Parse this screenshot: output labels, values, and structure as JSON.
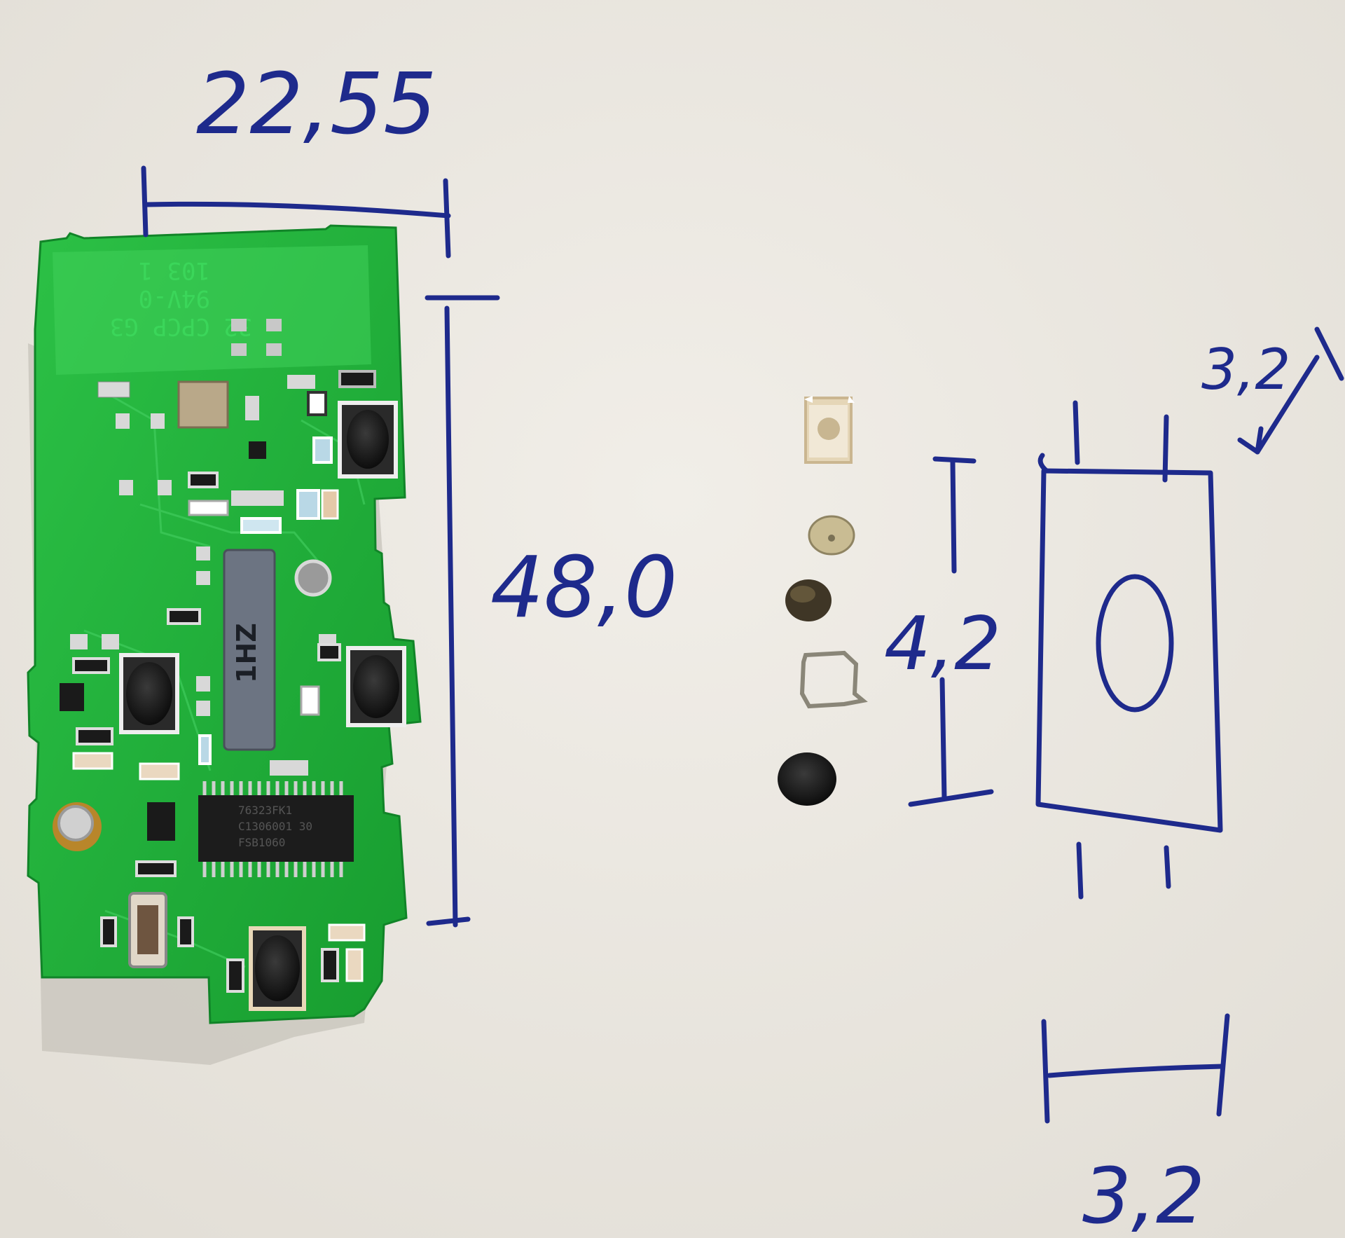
{
  "annotations": {
    "pcb_width": "22,55",
    "pcb_height": "48,0",
    "switch_height": "4,2",
    "switch_width_top": "3,2",
    "switch_width_bottom": "3,2"
  },
  "pcb": {
    "silkscreen_line_1": "32",
    "silkscreen_line_2": "CPCP G3",
    "silkscreen_line_3": "94V-0",
    "silkscreen_line_4": "103 1",
    "component_label": "1HZ",
    "ic_line_1": "76323FK1",
    "ic_line_2": "C1306001 30",
    "ic_line_3": "FSB1060"
  },
  "colors": {
    "paper": "#ece9e2",
    "pcb_green": "#22b53a",
    "ink_blue": "#1e2a8c"
  }
}
